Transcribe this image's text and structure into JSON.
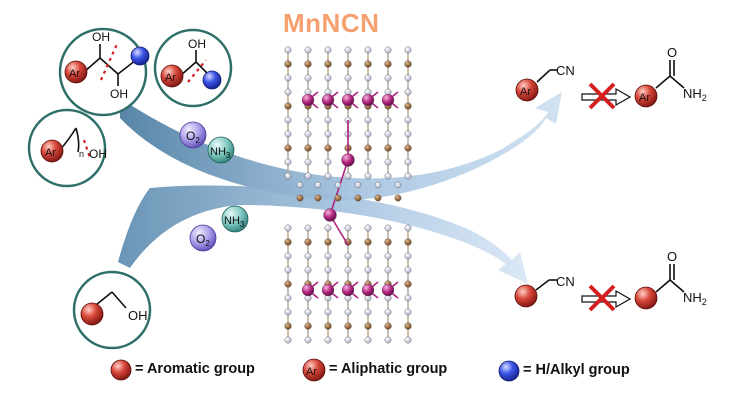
{
  "title": "MnNCN",
  "colors": {
    "title": "#f5a06e",
    "aromatic": "#c0392b",
    "aliphatic": "#b03a2e",
    "alkyl": "#2b45d6",
    "arrow": "#a9c6e2",
    "cross": "#d42020",
    "circle_border": "#2f6f6a",
    "o2": "#6a5acd",
    "nh3": "#2e8b8b",
    "mn": "#b0237e",
    "carbon": "#8b5a2b",
    "nitrogen": "#c8cde0"
  },
  "inputs": {
    "diol": {
      "oh_top": "OH",
      "oh_bottom": "OH",
      "ring": "Ar"
    },
    "alcohol_secondary": {
      "oh": "OH",
      "ring": "Ar"
    },
    "chain_alcohol": {
      "ring": "Ar",
      "n": "n",
      "oh": "OH"
    },
    "benzyl_alcohol": {
      "oh": "OH"
    }
  },
  "reagents_top": {
    "o2": "O",
    "o2_sub": "2",
    "nh3": "NH",
    "nh3_sub": "3"
  },
  "reagents_bottom": {
    "o2": "O",
    "o2_sub": "2",
    "nh3": "NH",
    "nh3_sub": "3"
  },
  "products": {
    "top": {
      "ring": "Ar",
      "nitrile": "CN",
      "amide_ring": "Ar",
      "amide_o": "O",
      "amide_n": "NH",
      "amide_n_sub": "2"
    },
    "bottom": {
      "nitrile": "CN",
      "amide_o": "O",
      "amide_n": "NH",
      "amide_n_sub": "2"
    }
  },
  "legend": [
    {
      "symbol": "aromatic",
      "label": "= Aromatic group"
    },
    {
      "symbol": "Ar",
      "label": "= Aliphatic group"
    },
    {
      "symbol": "alkyl",
      "label": "= H/Alkyl group"
    }
  ]
}
